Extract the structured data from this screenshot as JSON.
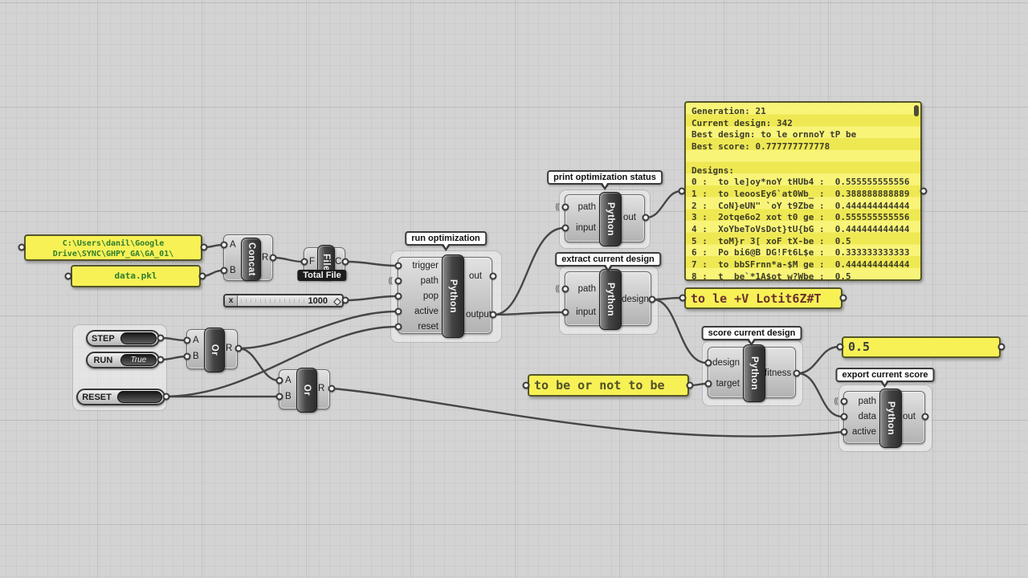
{
  "colors": {
    "panel_yellow": "#f7f156",
    "wire": "#464646",
    "canvas": "#d3d3d3",
    "capsule_dark": "#2d2d2d",
    "green_text": "#2e7d2e"
  },
  "icons": {
    "hidden_wire": "(("
  },
  "nodes": {
    "path_panel": {
      "lines": [
        "C:\\Users\\danil\\Google",
        "Drive\\SYNC\\GHPY_GA\\GA_01\\"
      ]
    },
    "data_panel": {
      "text": "data.pkl"
    },
    "concat": {
      "label": "Concat",
      "in_a": "A",
      "in_b": "B",
      "out_r": "R"
    },
    "file": {
      "label": "File",
      "in_f": "F",
      "out_c": "C",
      "tag": "Total File"
    },
    "slider": {
      "label": "x",
      "value": "1000"
    },
    "step_button": {
      "label": "STEP",
      "value": ""
    },
    "run_button": {
      "label": "RUN",
      "value": "True"
    },
    "reset_button": {
      "label": "RESET",
      "value": ""
    },
    "or1": {
      "label": "Or",
      "in_a": "A",
      "in_b": "B",
      "out_r": "R"
    },
    "or2": {
      "label": "Or",
      "in_a": "A",
      "in_b": "B",
      "out_r": "R"
    },
    "run_opt": {
      "tag": "run optimization",
      "label": "Python",
      "inputs": [
        "trigger",
        "path",
        "pop",
        "active",
        "reset"
      ],
      "outputs": [
        "out",
        "output"
      ]
    },
    "print_status": {
      "tag": "print optimization status",
      "label": "Python",
      "inputs": [
        "path",
        "input"
      ],
      "outputs": [
        "out"
      ]
    },
    "extract_design": {
      "tag": "extract current design",
      "label": "Python",
      "inputs": [
        "path",
        "input"
      ],
      "outputs": [
        "design"
      ]
    },
    "score_design": {
      "tag": "score current design",
      "label": "Python",
      "inputs": [
        "design",
        "target"
      ],
      "outputs": [
        "fitness"
      ]
    },
    "export_score": {
      "tag": "export current score",
      "label": "Python",
      "inputs": [
        "path",
        "data",
        "active"
      ],
      "outputs": [
        "out"
      ]
    },
    "status_panel": {
      "lines": [
        "Generation: 21",
        "Current design: 342",
        "Best design: to le ornnoY tP be",
        "Best score: 0.777777777778",
        "",
        "Designs:",
        "0 :  to le]oy*noY tHUb4 :  0.555555555556",
        "1 :  to leoosEy6`at0Wb_ :  0.388888888889",
        "2 :  CoN}eUN\" `oY t9Zbe :  0.444444444444",
        "3 :  2otqe6o2 xot t0 ge :  0.555555555556",
        "4 :  XoYbeToVsDot}tU{bG :  0.444444444444",
        "5 :  toM}r 3[ xoF tX-be :  0.5",
        "6 :  Po bi6@B DG!Ft6L$e :  0.333333333333",
        "7 :  to bbSFrnn*a-$M ge :  0.444444444444",
        "8 :  t  be`*1A$ot w?Wbe :  0.5"
      ]
    },
    "design_panel": {
      "text": "to le +V Lotit6Z#T"
    },
    "target_panel": {
      "text": "to be or not to be"
    },
    "score_panel": {
      "text": "0.5"
    }
  }
}
